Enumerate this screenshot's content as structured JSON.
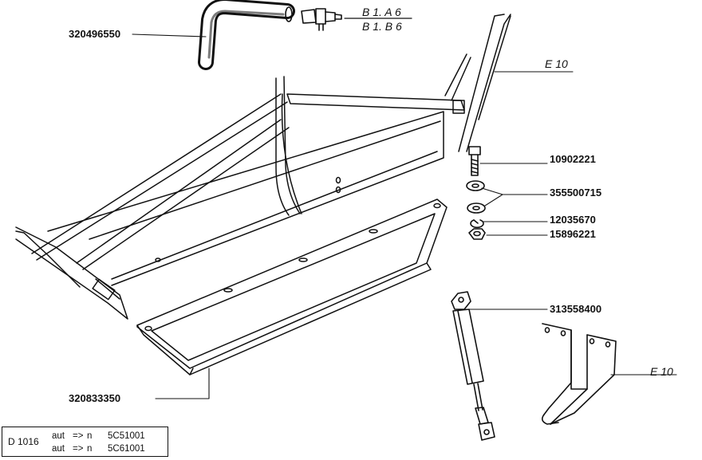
{
  "parts": {
    "hose": "320496550",
    "frame": "320833350",
    "bolt": "10902221",
    "washer": "355500715",
    "lock_washer": "12035670",
    "nut": "15896221",
    "gas_spring": "313558400"
  },
  "refs": {
    "connector_a": "B 1. A 6",
    "connector_b": "B 1. B 6",
    "e10_top": "E 10",
    "e10_bottom": "E 10"
  },
  "legend": {
    "code": "D 1016",
    "rows": [
      {
        "prefix": "aut",
        "arrow": "=>",
        "suffix": "n",
        "value": "5C51001"
      },
      {
        "prefix": "aut",
        "arrow": "=>",
        "suffix": "n",
        "value": "5C61001"
      }
    ]
  }
}
